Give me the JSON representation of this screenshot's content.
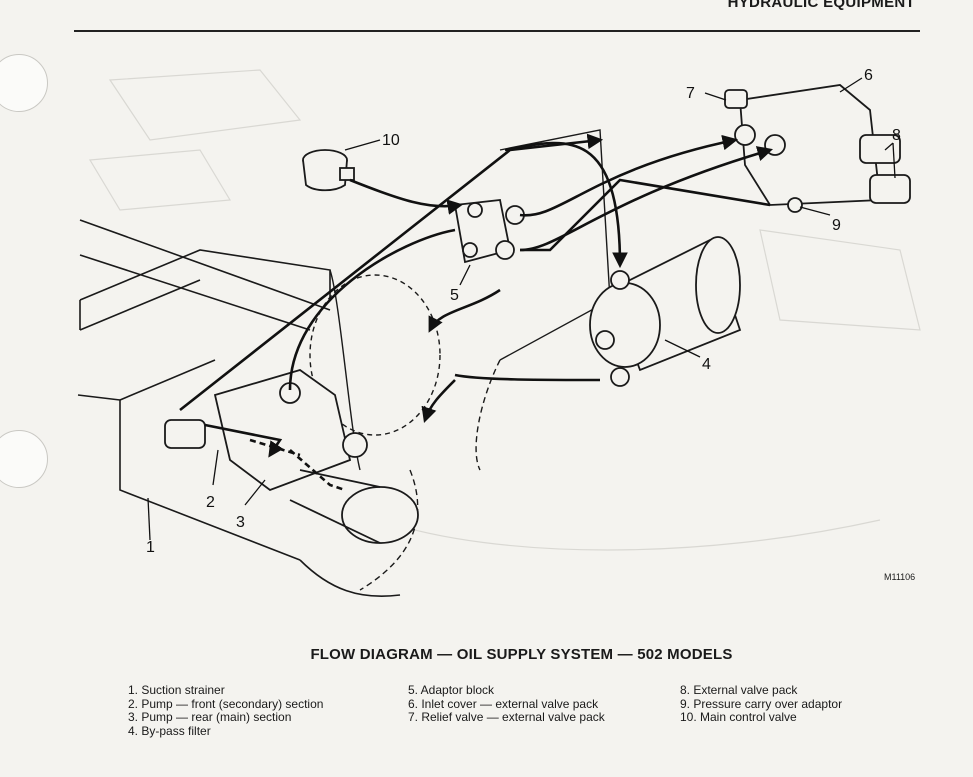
{
  "header": {
    "title": "HYDRAULIC EQUIPMENT"
  },
  "figure": {
    "code": "M11106",
    "caption": "FLOW DIAGRAM — OIL SUPPLY SYSTEM — 502 MODELS",
    "callouts": [
      "1",
      "2",
      "3",
      "4",
      "5",
      "6",
      "7",
      "8",
      "9",
      "10"
    ]
  },
  "legend": [
    [
      "1.  Suction strainer",
      "2.  Pump — front (secondary) section",
      "3.  Pump — rear (main) section",
      "4.  By-pass filter"
    ],
    [
      "5.  Adaptor block",
      "6.  Inlet cover — external valve pack",
      "7.  Relief valve — external valve pack"
    ],
    [
      "8.  External valve pack",
      "9.  Pressure carry over adaptor",
      "10.  Main control valve"
    ]
  ]
}
